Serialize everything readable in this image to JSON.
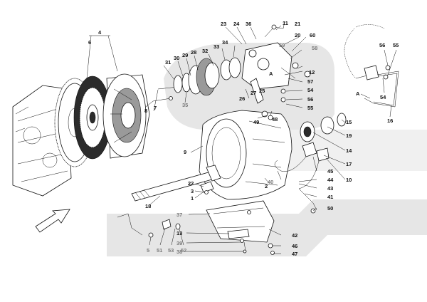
{
  "labels": {
    "l4": "4",
    "l6": "6",
    "l23": "23",
    "l24": "24",
    "l36": "36",
    "l11": "11",
    "l21": "21",
    "l20": "20",
    "l60": "60",
    "l59": "59",
    "l58": "58",
    "l12": "12",
    "l57": "57",
    "l54a": "54",
    "l25": "25",
    "l56a": "56",
    "l55a": "55",
    "l26": "26",
    "l27": "27",
    "l31": "31",
    "l30": "30",
    "l29": "29",
    "l28": "28",
    "l32": "32",
    "l33": "33",
    "l34": "34",
    "l35": "35",
    "l8": "8",
    "l7": "7",
    "l49": "49",
    "l48": "48",
    "l15": "15",
    "l19": "19",
    "l14": "14",
    "l17": "17",
    "l10": "10",
    "l9": "9",
    "l45": "45",
    "l44": "44",
    "l43": "43",
    "l41": "41",
    "l50": "50",
    "l40": "40",
    "l2": "2",
    "l22": "22",
    "l3": "3",
    "l1": "1",
    "l18": "18",
    "l37": "37",
    "l13": "13",
    "l39": "39",
    "l38": "38",
    "l42": "42",
    "l46": "46",
    "l47": "47",
    "l5": "5",
    "l51": "51",
    "l53": "53",
    "l52": "52",
    "l56b": "56",
    "l55b": "55",
    "l54b": "54",
    "l16": "16",
    "markA1": "A",
    "markA2": "A"
  },
  "colors": {
    "background": "#ffffff",
    "ink": "#111111",
    "band": "#e6e6e6",
    "grey_label": "#7a7a7a"
  }
}
